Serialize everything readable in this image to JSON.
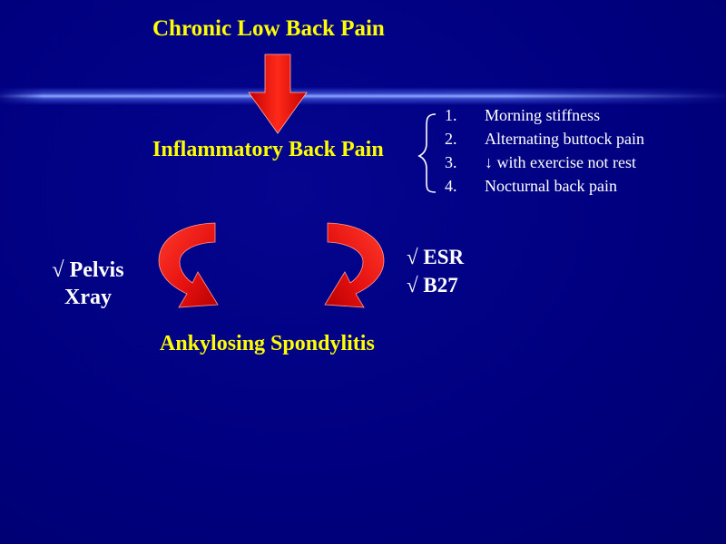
{
  "slide": {
    "title": "Chronic Low Back Pain",
    "middle": "Inflammatory Back Pain",
    "bottom": "Ankylosing Spondylitis",
    "left_check": {
      "symbol": "√",
      "line1": "Pelvis",
      "line2": "Xray"
    },
    "right_checks": [
      {
        "symbol": "√",
        "text": "ESR"
      },
      {
        "symbol": "√",
        "text": "B27"
      }
    ],
    "features": [
      {
        "num": "1.",
        "text": "Morning stiffness"
      },
      {
        "num": "2.",
        "text": "Alternating buttock pain"
      },
      {
        "num": "3.",
        "symbol": "↓",
        "text": "with exercise not rest"
      },
      {
        "num": "4.",
        "text": "Nocturnal back pain"
      }
    ]
  },
  "colors": {
    "background": "#000080",
    "heading": "#ffff00",
    "body_text": "#ffffff",
    "arrow": "#ee1111"
  }
}
